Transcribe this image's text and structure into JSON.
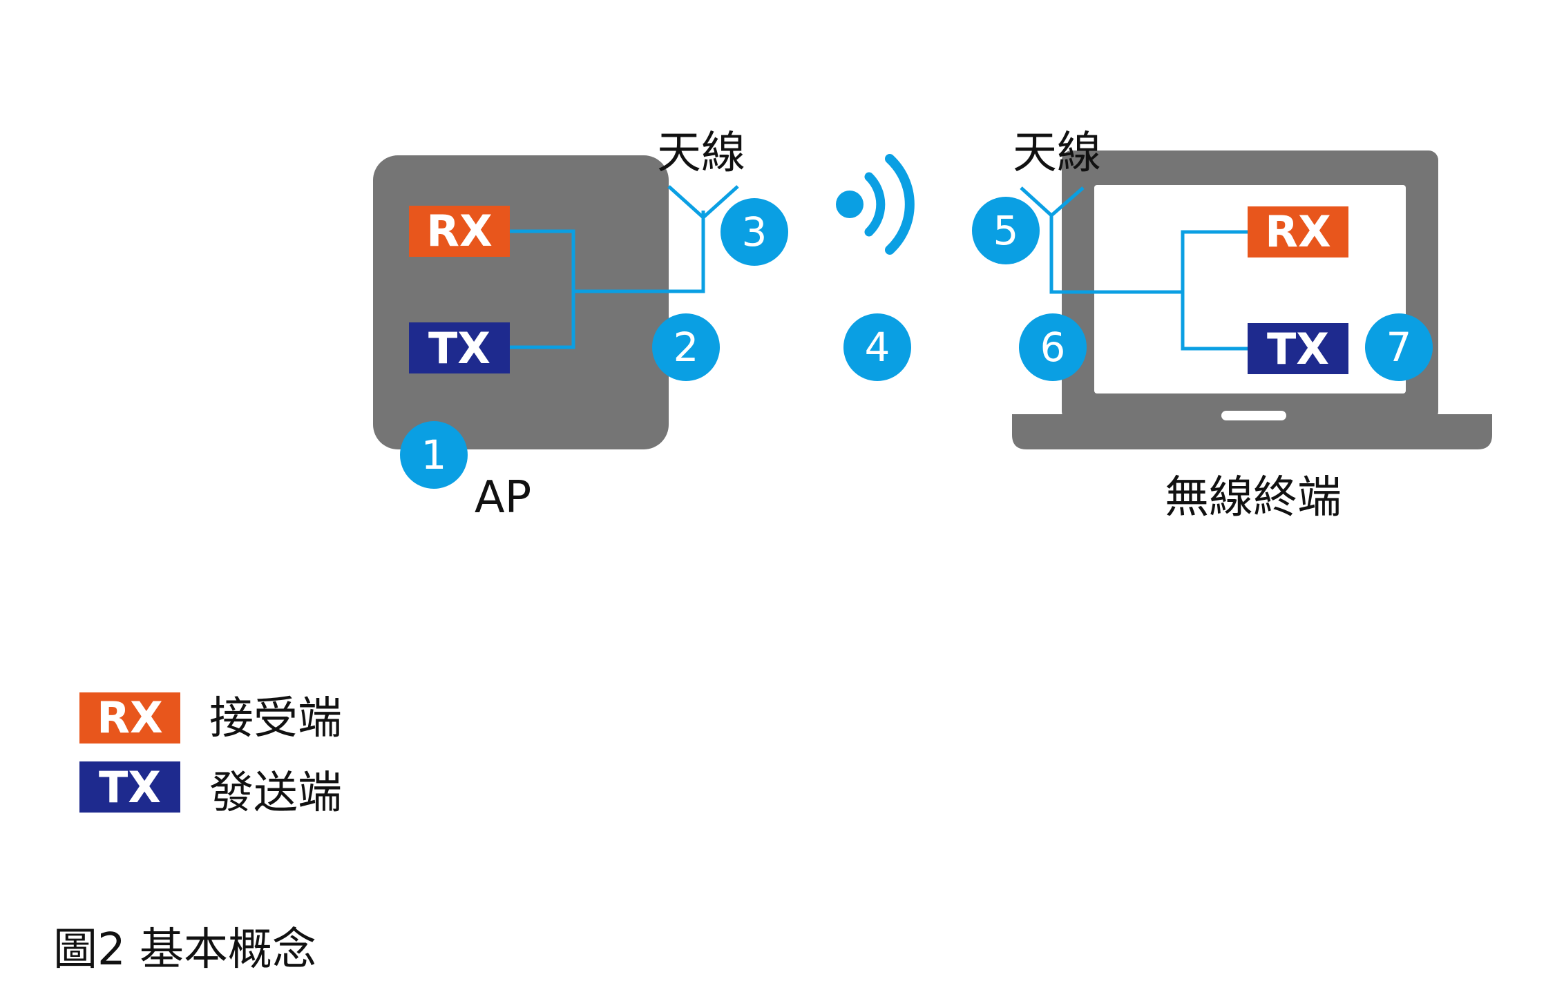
{
  "labels": {
    "antenna_left": "天線",
    "antenna_right": "天線",
    "ap": "AP",
    "terminal": "無線終端"
  },
  "tags": {
    "rx": "RX",
    "tx": "TX"
  },
  "markers": [
    "1",
    "2",
    "3",
    "4",
    "5",
    "6",
    "7"
  ],
  "legend": {
    "rx_tag": "RX",
    "rx_label": "接受端",
    "tx_tag": "TX",
    "tx_label": "發送端"
  },
  "caption": "圖2 基本概念",
  "colors": {
    "device_gray": "#757575",
    "rx_orange": "#E8561C",
    "tx_navy": "#1E2A8E",
    "accent_blue": "#0A9FE3",
    "screen_white": "#ffffff"
  },
  "icons": {
    "wifi": "wifi-signal-icon",
    "laptop": "laptop-icon",
    "antenna": "antenna-icon"
  }
}
